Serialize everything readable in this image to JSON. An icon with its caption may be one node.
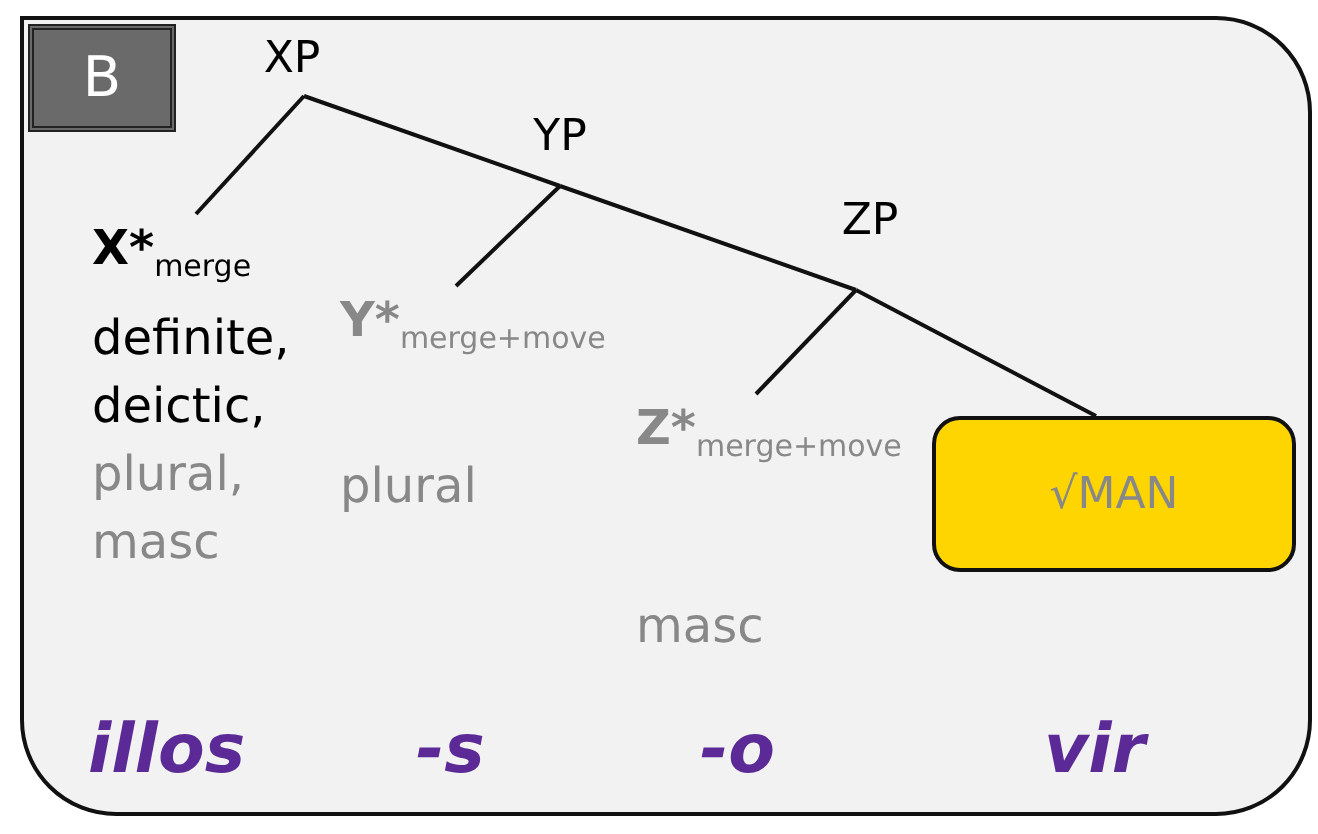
{
  "diagram": {
    "nodes": [
      {
        "text": [
          "B"
        ]
      },
      {
        "text": [
          "XP"
        ],
        "in": 0
      },
      {
        "text": [
          "YP"
        ],
        "in": 0
      },
      {
        "text": [
          "ZP"
        ],
        "in": 0
      },
      {
        "text": [
          "X*$_{merge}$",
          "definite, deictic,",
          "plural, masc"
        ],
        "in": 0
      },
      {
        "text": [
          "Y*$_{merge+move}$",
          "plural"
        ],
        "in": 0
      },
      {
        "text": [
          "Z*$_{merge+move}$",
          "masc"
        ],
        "in": 0
      },
      {
        "text": [
          "√MAN"
        ],
        "in": 0
      }
    ],
    "edges": [
      {
        "from": 1,
        "to": 4,
        "arrow": "none"
      },
      {
        "from": 1,
        "to": 2,
        "arrow": "none"
      },
      {
        "from": 2,
        "to": 5,
        "arrow": "none"
      },
      {
        "from": 2,
        "to": 3,
        "arrow": "none"
      },
      {
        "from": 3,
        "to": 6,
        "arrow": "none"
      },
      {
        "from": 3,
        "to": 7,
        "arrow": "none"
      }
    ],
    "labels": [
      "illos",
      "-s",
      "-o",
      "vir"
    ]
  }
}
